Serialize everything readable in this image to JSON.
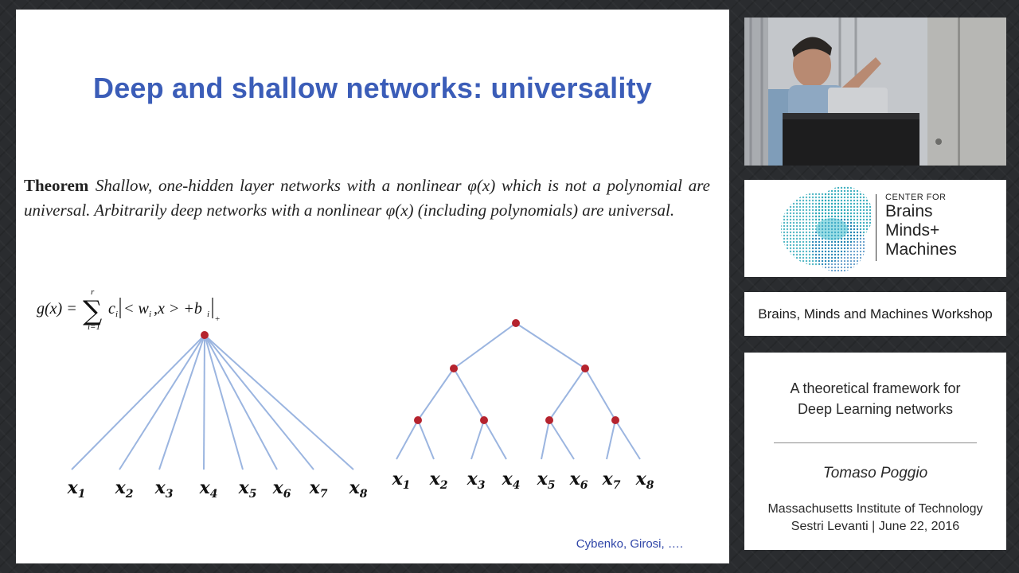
{
  "slide": {
    "title": "Deep and shallow networks: universality",
    "theorem_label": "Theorem",
    "theorem_text": "Shallow, one-hidden layer networks with a nonlinear φ(x) which is not a polynomial are universal. Arbitrarily deep networks with a nonlinear φ(x) (including polynomials) are universal.",
    "formula": "g(x) = Σ_{i=1}^{r} c_i |< w_i , x > + b_i|_+",
    "shallow_inputs": [
      "x1",
      "x2",
      "x3",
      "x4",
      "x5",
      "x6",
      "x7",
      "x8"
    ],
    "deep_inputs": [
      "x1",
      "x2",
      "x3",
      "x4",
      "x5",
      "x6",
      "x7",
      "x8"
    ],
    "citation": "Cybenko, Girosi, …."
  },
  "logo": {
    "center_for": "CENTER FOR",
    "brains": "Brains",
    "minds": "Minds+",
    "machines": "Machines"
  },
  "workshop": "Brains, Minds and Machines Workshop",
  "talk": {
    "title_line1": "A theoretical framework for",
    "title_line2": "Deep Learning networks",
    "speaker": "Tomaso Poggio",
    "institution": "Massachusetts Institute of Technology",
    "venue_date": "Sestri Levanti | June 22, 2016"
  },
  "colors": {
    "title_blue": "#3b5db8",
    "edge_blue": "#9bb5e0",
    "node_red": "#b5232e",
    "logo_teal": "#2aa7b8"
  }
}
